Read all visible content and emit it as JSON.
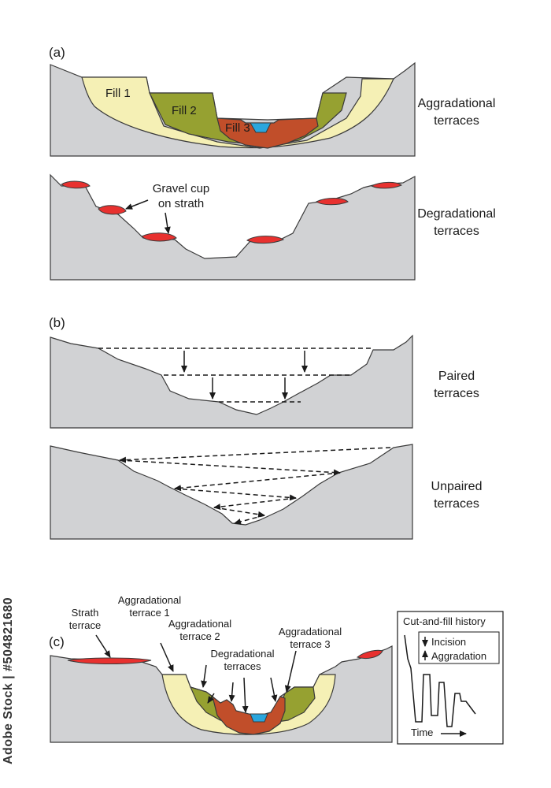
{
  "panels": {
    "a": "(a)",
    "b": "(b)",
    "c": "(c)"
  },
  "labels": {
    "fill1": "Fill 1",
    "fill2": "Fill 2",
    "fill3": "Fill 3",
    "aggradational_terraces": [
      "Aggradational",
      "terraces"
    ],
    "gravel_cup": [
      "Gravel cup",
      "on strath"
    ],
    "degradational_terraces": [
      "Degradational",
      "terraces"
    ],
    "paired_terraces": [
      "Paired",
      "terraces"
    ],
    "unpaired_terraces": [
      "Unpaired",
      "terraces"
    ],
    "strath_terrace": [
      "Strath",
      "terrace"
    ],
    "aggradational_terrace_1": [
      "Aggradational",
      "terrace 1"
    ],
    "aggradational_terrace_2": [
      "Aggradational",
      "terrace 2"
    ],
    "aggradational_terrace_3": [
      "Aggradational",
      "terrace 3"
    ],
    "degradational_terraces_c": [
      "Degradational",
      "terraces"
    ]
  },
  "history": {
    "title": "Cut-and-fill history",
    "incision": "Incision",
    "aggradation": "Aggradation",
    "time": "Time"
  },
  "colors": {
    "ground": "#d1d2d4",
    "fill1": "#f5f0b5",
    "fill2": "#96a131",
    "fill3": "#c14e2a",
    "water": "#2aa6dd",
    "gravel": "#e8312f"
  },
  "watermark": "Adobe Stock | #504821680"
}
